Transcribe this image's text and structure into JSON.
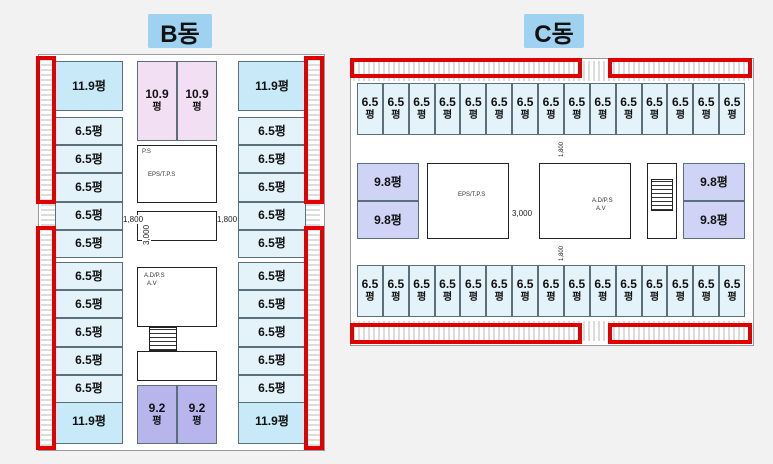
{
  "b_building": {
    "title": "B동",
    "unit_suffix": "평",
    "units": {
      "top_left_large": "11.9평",
      "top_mid_1": "10.9",
      "top_mid_2": "10.9",
      "top_right_large": "11.9평",
      "left_small": [
        "6.5평",
        "6.5평",
        "6.5평",
        "6.5평",
        "6.5평",
        "6.5평",
        "6.5평",
        "6.5평",
        "6.5평",
        "6.5평"
      ],
      "right_small": [
        "6.5평",
        "6.5평",
        "6.5평",
        "6.5평",
        "6.5평",
        "6.5평",
        "6.5평",
        "6.5평",
        "6.5평",
        "6.5평"
      ],
      "bottom_left_large": "11.9평",
      "bottom_mid_1": "9.2",
      "bottom_mid_2": "9.2",
      "bottom_right_large": "11.9평"
    },
    "core_labels": {
      "ps": "P.S",
      "eps": "EPS/T.P.S",
      "adps": "A.D/P.S",
      "av": "A.V",
      "dim_left": "1,800",
      "dim_right": "1,800",
      "dim_vertical": "3,000"
    }
  },
  "c_building": {
    "title": "C동",
    "unit_suffix": "평",
    "top_row": [
      "6.5",
      "6.5",
      "6.5",
      "6.5",
      "6.5",
      "6.5",
      "6.5",
      "6.5",
      "6.5",
      "6.5",
      "6.5",
      "6.5",
      "6.5",
      "6.5",
      "6.5"
    ],
    "bottom_row": [
      "6.5",
      "6.5",
      "6.5",
      "6.5",
      "6.5",
      "6.5",
      "6.5",
      "6.5",
      "6.5",
      "6.5",
      "6.5",
      "6.5",
      "6.5",
      "6.5",
      "6.5"
    ],
    "left_mid": [
      "9.8평",
      "9.8평"
    ],
    "right_mid": [
      "9.8평",
      "9.8평"
    ],
    "core_labels": {
      "eps": "EPS/T.P.S",
      "adps": "A.D/P.S",
      "av": "A.V",
      "dim": "3,000",
      "dim_top": "1,800",
      "dim_bottom": "1,800"
    }
  },
  "colors": {
    "highlight": "#e00000",
    "tag": "#9fd2f0",
    "unit": "#e4f3fa",
    "large_unit": "#c8eaf8",
    "pink_unit": "#f3dff3",
    "purple_unit": "#b7b5ec",
    "blue_unit": "#cfd3f5"
  }
}
